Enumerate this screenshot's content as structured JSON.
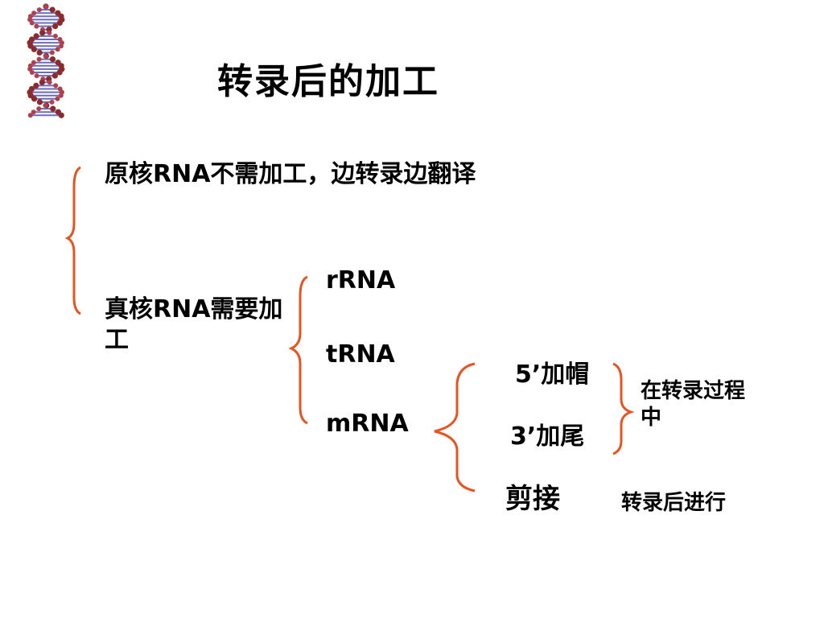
{
  "title": "转录后的加工",
  "prokaryote": "原核RNA不需加工，边转录边翻译",
  "eukaryote": "真核RNA需要加工",
  "rna_types": [
    "rRNA",
    "tRNA",
    "mRNA"
  ],
  "mrna_steps": [
    "5’加帽",
    "3’加尾",
    "剪接"
  ],
  "notes": {
    "during_transcription": "在转录过程中",
    "after_transcription": "转录后进行"
  },
  "colors": {
    "bracket": "#e8531f",
    "text": "#000000",
    "background": "#ffffff",
    "dna_backbone": "#8b2b2b",
    "dna_base": "#3a3aa8"
  },
  "icons": {
    "decoration": "dna-helix-icon"
  }
}
